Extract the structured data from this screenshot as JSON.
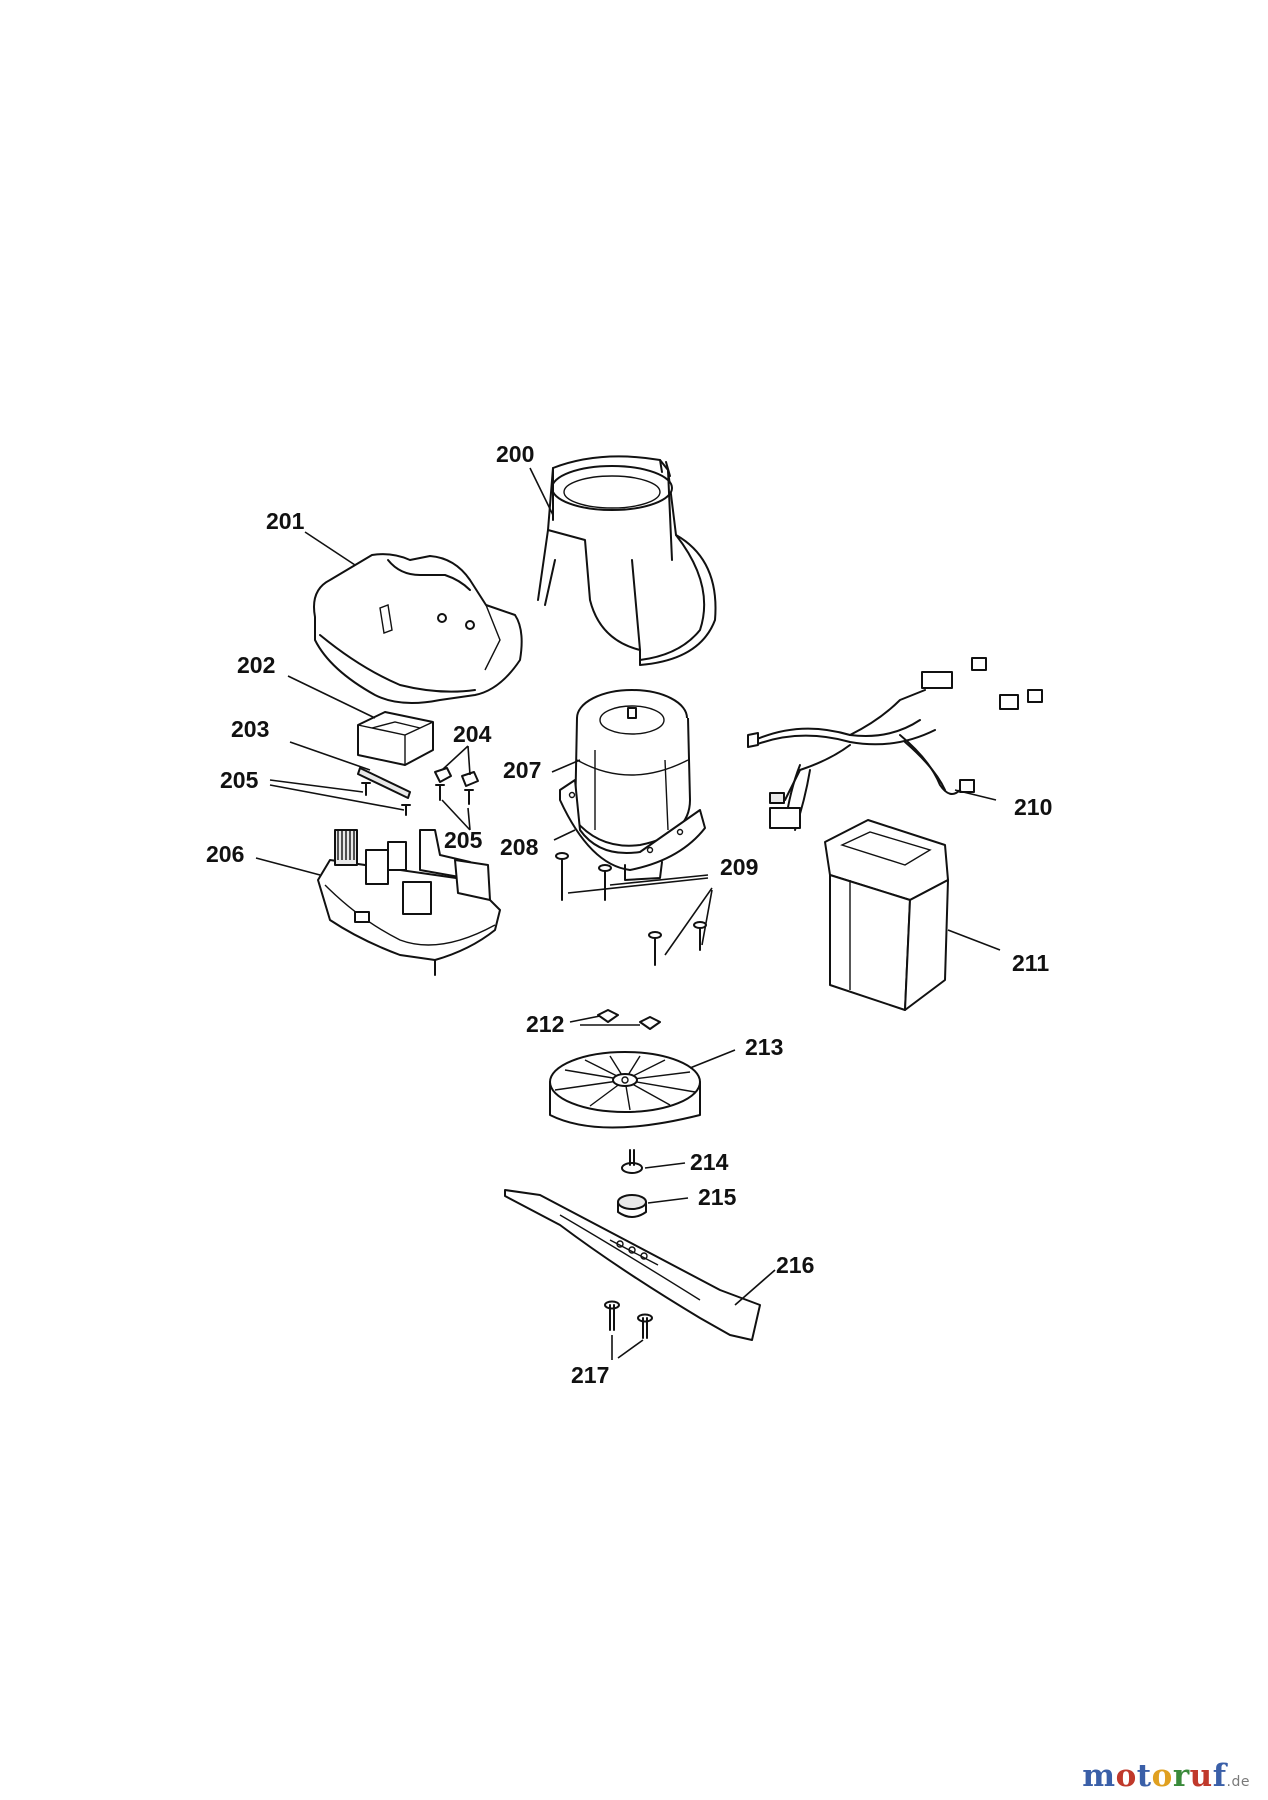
{
  "labels": {
    "l200": "200",
    "l201": "201",
    "l202": "202",
    "l203": "203",
    "l204": "204",
    "l205a": "205",
    "l205b": "205",
    "l206": "206",
    "l207": "207",
    "l208": "208",
    "l209": "209",
    "l210": "210",
    "l211": "211",
    "l212": "212",
    "l213": "213",
    "l214": "214",
    "l215": "215",
    "l216": "216",
    "l217": "217"
  },
  "watermark": {
    "letters": [
      "m",
      "o",
      "t",
      "o",
      "r",
      "u",
      "f"
    ],
    "colors": [
      "#3a5fa8",
      "#c0392b",
      "#3a5fa8",
      "#e0a020",
      "#3a8a3a",
      "#c0392b",
      "#3a5fa8"
    ],
    "suffix": ".de"
  }
}
